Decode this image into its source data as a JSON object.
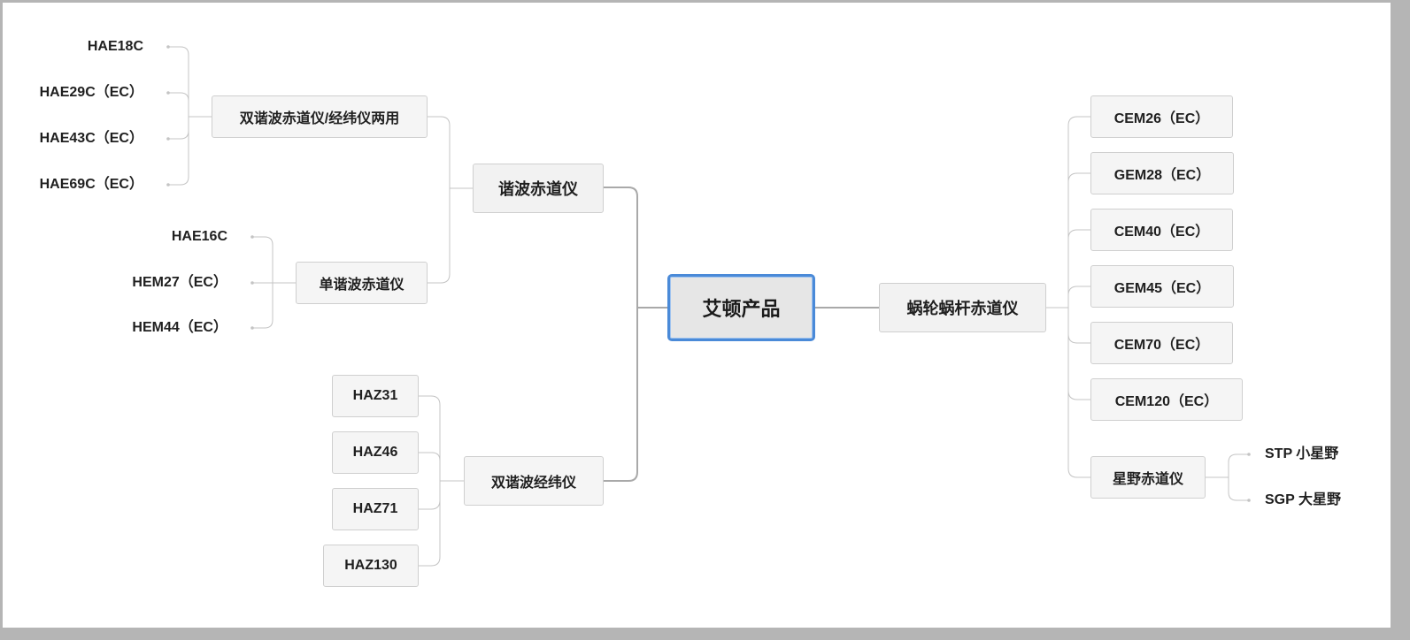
{
  "root": {
    "label": "艾顿产品"
  },
  "left": {
    "harmonic_eq": {
      "label": "谐波赤道仪",
      "dual_purpose": {
        "label": "双谐波赤道仪/经纬仪两用",
        "models": [
          "HAE18C",
          "HAE29C（EC）",
          "HAE43C（EC）",
          "HAE69C（EC）"
        ]
      },
      "single": {
        "label": "单谐波赤道仪",
        "models": [
          "HAE16C",
          "HEM27（EC）",
          "HEM44（EC）"
        ]
      }
    },
    "altaz": {
      "label": "双谐波经纬仪",
      "models": [
        "HAZ31",
        "HAZ46",
        "HAZ71",
        "HAZ130"
      ]
    }
  },
  "right": {
    "worm_eq": {
      "label": "蜗轮蜗杆赤道仪",
      "models": [
        "CEM26（EC）",
        "GEM28（EC）",
        "CEM40（EC）",
        "GEM45（EC）",
        "CEM70（EC）",
        "CEM120（EC）"
      ],
      "star_field": {
        "label": "星野赤道仪",
        "models": [
          "STP 小星野",
          "SGP 大星野"
        ]
      }
    }
  }
}
